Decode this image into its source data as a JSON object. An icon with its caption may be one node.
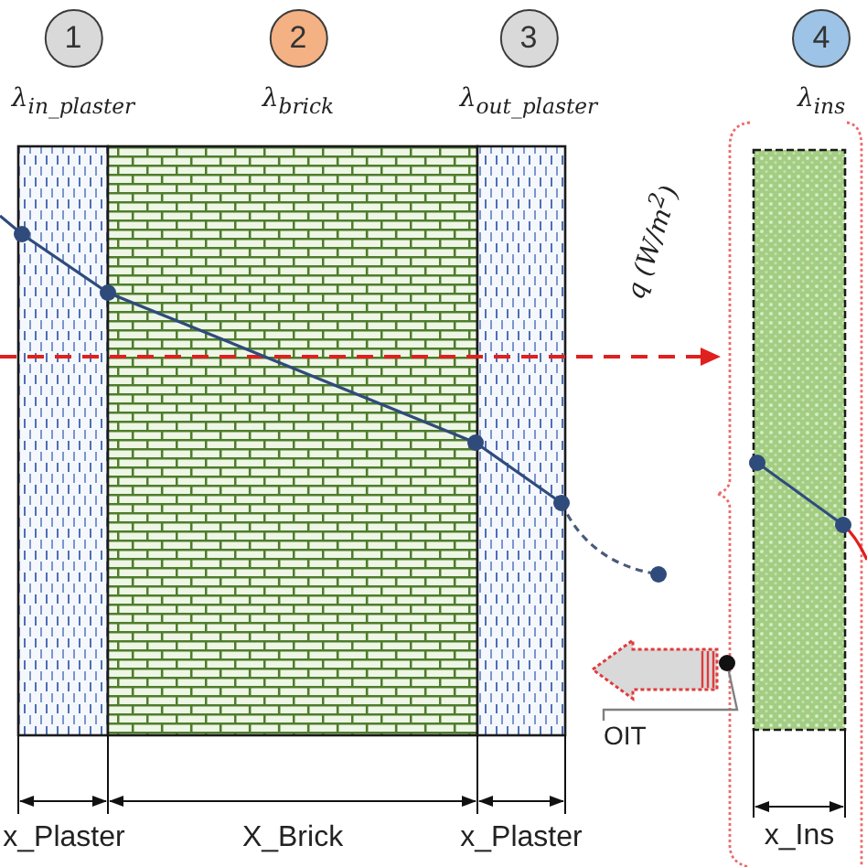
{
  "diagram": {
    "nodes": [
      {
        "text": [
          "1"
        ],
        "beside": [
          "λ$_{in_plaster}$"
        ]
      },
      {
        "text": [
          "2"
        ],
        "beside": [
          "λ$_{brick}$"
        ]
      },
      {
        "text": [
          "3"
        ],
        "beside": [
          "λ$_{out_plaster}$"
        ]
      },
      {
        "text": [
          "4"
        ],
        "beside": [
          "λ$_{ins}$"
        ]
      },
      {
        "text": [
          "OIT"
        ]
      },
      {
        "text": [],
        "shape": "circle"
      }
    ],
    "edges": [
      {
        "from": 4,
        "to": 5,
        "arrow": "none"
      }
    ],
    "labels": [
      "q (W/m$^{2}$)",
      "x_Plaster",
      "X_Brick",
      "x_Plaster",
      "x_Ins"
    ]
  }
}
